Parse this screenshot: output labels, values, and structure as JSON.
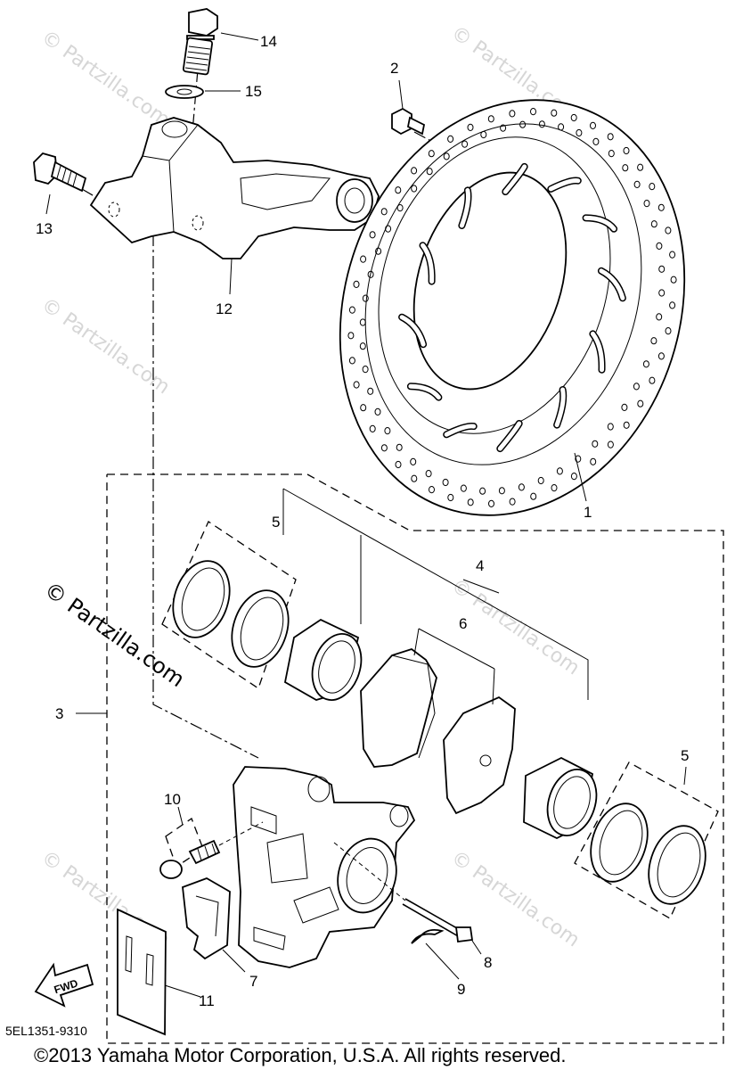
{
  "watermark": {
    "small": "© Partzilla.com",
    "large": "© Partzilla.com"
  },
  "callouts": {
    "c1": "1",
    "c2": "2",
    "c3": "3",
    "c4": "4",
    "c5a": "5",
    "c5b": "5",
    "c6": "6",
    "c7": "7",
    "c8": "8",
    "c9": "9",
    "c10": "10",
    "c11": "11",
    "c12": "12",
    "c13": "13",
    "c14": "14",
    "c15": "15"
  },
  "fwd_label": "FWD",
  "diagram_code": "5EL1351-9310",
  "copyright": "©2013 Yamaha Motor Corporation, U.S.A. All rights reserved."
}
